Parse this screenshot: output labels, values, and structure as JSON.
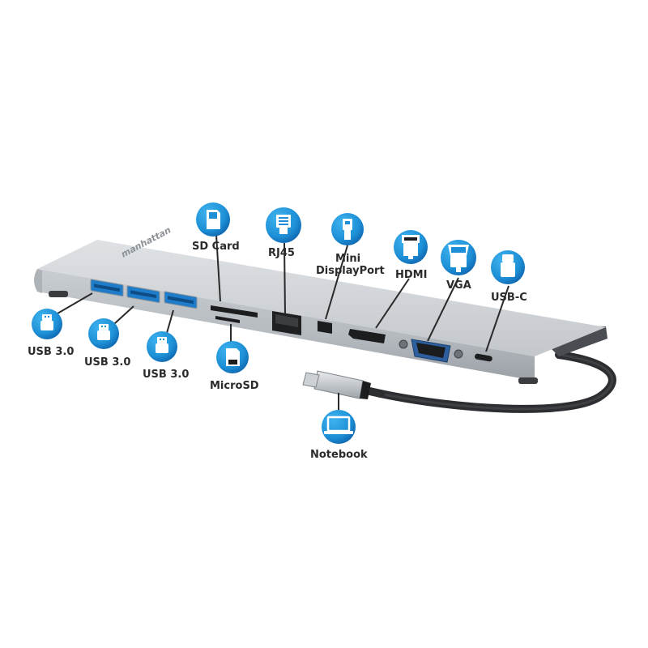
{
  "brand": {
    "logo_text": "manhattan"
  },
  "ports": {
    "usb1": "USB 3.0",
    "usb2": "USB 3.0",
    "usb3": "USB 3.0",
    "sd": "SD Card",
    "microsd": "MicroSD",
    "rj45": "RJ45",
    "mdp_line1": "Mini",
    "mdp_line2": "DisplayPort",
    "hdmi": "HDMI",
    "vga": "VGA",
    "usbc": "USB-C",
    "notebook": "Notebook"
  },
  "colors": {
    "badge_blue": "#1d8fd6",
    "badge_dark": "#0c5fa8",
    "body_silver": "#c7cbcf",
    "usb_port_blue": "#1e7cc8",
    "text": "#2b2b2b"
  },
  "icons": {
    "usb1": "usb-a-plug-icon",
    "usb2": "usb-a-plug-icon",
    "usb3": "usb-a-plug-icon",
    "sd": "sd-card-icon",
    "microsd": "microsd-card-icon",
    "rj45": "ethernet-plug-icon",
    "mdp": "mini-displayport-plug-icon",
    "hdmi": "hdmi-plug-icon",
    "vga": "vga-plug-icon",
    "usbc": "usb-c-plug-icon",
    "notebook": "laptop-icon"
  }
}
